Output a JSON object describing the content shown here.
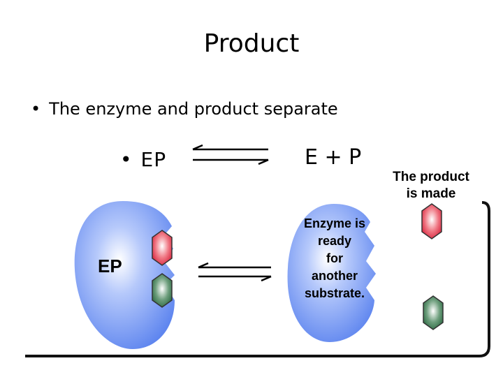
{
  "slide": {
    "title": "Product",
    "bullet": "The enzyme and product separate",
    "equation_left": "EP",
    "equation_right": "E + P",
    "product_note_line1": "The product",
    "product_note_line2": "is made",
    "complex_label": "EP",
    "enzyme_note": [
      "Enzyme is",
      "ready",
      "for",
      "another",
      "substrate."
    ]
  },
  "colors": {
    "enzyme_blue": "#6f93f2",
    "product_red": "#e8425a",
    "product_green": "#3c7a52",
    "frame": "#111111"
  },
  "icons": [
    "bullet-dot",
    "double-arrow-icon",
    "red-hexagon-product",
    "green-hexagon-product"
  ]
}
